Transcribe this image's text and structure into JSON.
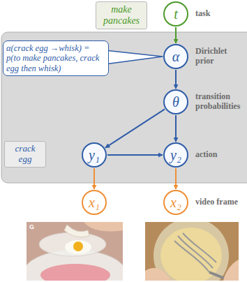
{
  "diagram": {
    "nodes": [
      {
        "text": [
          "make pancakes"
        ]
      },
      {
        "text": [
          "t",
          "task"
        ]
      },
      {
        "text": [
          "α(crack egg →whisk) = p(to make pancakes, crack egg then whisk)"
        ]
      },
      {
        "text": [
          "α",
          "Dirichlet prior"
        ]
      },
      {
        "text": [
          "θ",
          "transition probabilities"
        ]
      },
      {
        "text": [
          "crack egg"
        ]
      },
      {
        "text": [
          "y₁"
        ]
      },
      {
        "text": [
          "y₂",
          "action"
        ]
      },
      {
        "text": [
          "x₁"
        ]
      },
      {
        "text": [
          "x₂",
          "video frame"
        ]
      }
    ],
    "edges": [
      {
        "from": 1,
        "to": 3,
        "arrow": "to"
      },
      {
        "from": 3,
        "to": 4,
        "arrow": "to"
      },
      {
        "from": 4,
        "to": 6,
        "arrow": "to"
      },
      {
        "from": 4,
        "to": 7,
        "arrow": "to"
      },
      {
        "from": 6,
        "to": 7,
        "arrow": "to"
      },
      {
        "from": 6,
        "to": 8,
        "arrow": "to"
      },
      {
        "from": 7,
        "to": 9,
        "arrow": "to"
      }
    ],
    "labels": [
      "G"
    ]
  }
}
